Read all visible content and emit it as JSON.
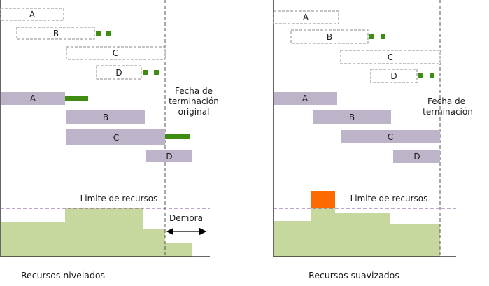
{
  "colors": {
    "planned_bar_border": "#8a8a8a",
    "actual_bar_fill": "#bdb4c9",
    "slack_green": "#3f8c12",
    "resource_fill": "#c6d89d",
    "overload_orange": "#ff6a00",
    "limit_line": "#7b4e94",
    "axis": "#333333",
    "deadline_line": "#555555"
  },
  "left_diagram": {
    "planned_tasks": [
      "A",
      "B",
      "C",
      "D"
    ],
    "actual_tasks": [
      "A",
      "B",
      "C",
      "D"
    ],
    "deadline_label": [
      "Fecha de",
      "terminación",
      "original"
    ],
    "limit_label": "Limite de recursos",
    "delay_label": "Demora",
    "caption": "Recursos nivelados"
  },
  "right_diagram": {
    "planned_tasks": [
      "A",
      "B",
      "C",
      "D"
    ],
    "actual_tasks": [
      "A",
      "B",
      "C",
      "D"
    ],
    "deadline_label": [
      "Fecha de",
      "terminación"
    ],
    "limit_label": "Limite de recursos",
    "caption": "Recursos suavizados"
  }
}
